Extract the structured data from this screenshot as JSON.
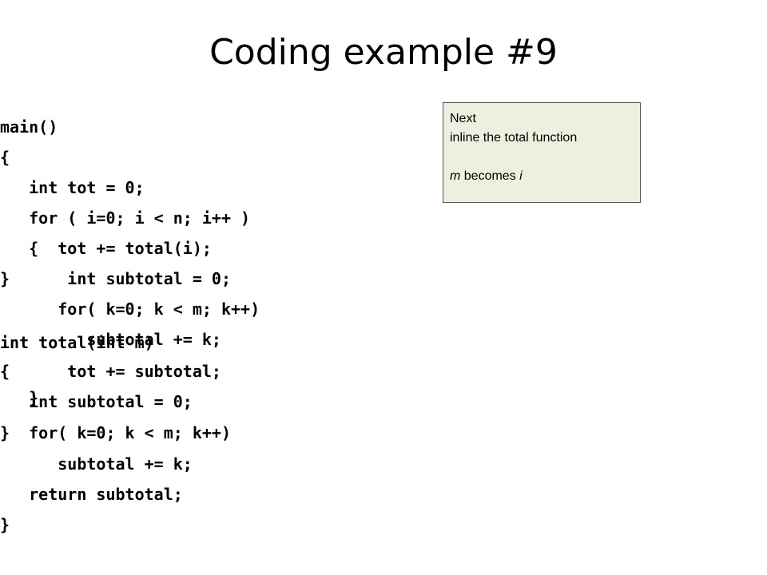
{
  "slide": {
    "title": "Coding example #9"
  },
  "code_lines": [
    "main()",
    "{",
    "   int tot = 0;",
    "   for ( i=0; i < n; i++ )",
    "   {  tot += total(i);",
    "}      int subtotal = 0;",
    "      for( k=0; k < m; k++)",
    "int total(int m)",
    "         subtotal += k;",
    "{      tot += subtotal;",
    "   }",
    "   int subtotal = 0;",
    "}  for( k=0; k < m; k++)",
    "      subtotal += k;",
    "   return subtotal;",
    "}"
  ],
  "note": {
    "line1": "Next",
    "line2": "inline the total function",
    "line3": "",
    "line4_var1": "m",
    "line4_mid": " becomes ",
    "line4_var2": "i"
  }
}
